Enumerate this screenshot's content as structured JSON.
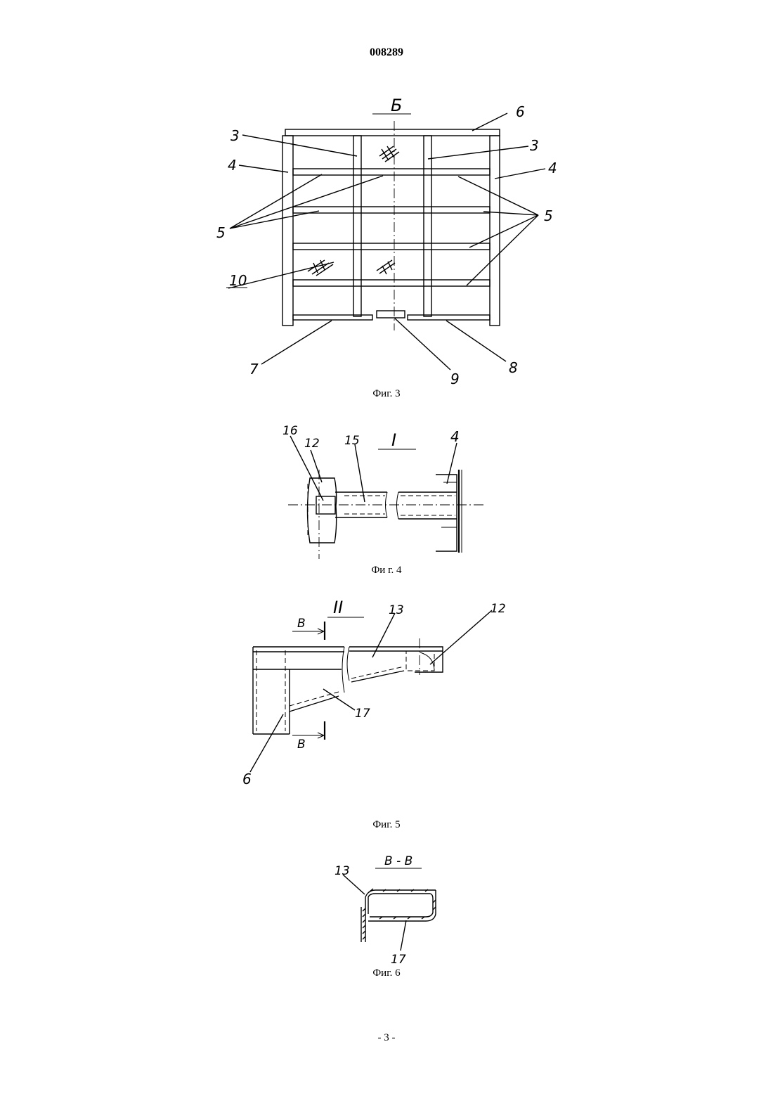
{
  "header": {
    "doc_number": "008289"
  },
  "figure3": {
    "caption": "Фиг. 3",
    "section_label": "Б",
    "labels": {
      "l6": "6",
      "l3_left": "3",
      "l3_right": "3",
      "l4_left": "4",
      "l4_right": "4",
      "l5_left": "5",
      "l5_right": "5",
      "l10": "10",
      "l7": "7",
      "l9": "9",
      "l8": "8"
    }
  },
  "figure4": {
    "caption": "Фи г. 4",
    "section_label": "I",
    "labels": {
      "l16": "16",
      "l12": "12",
      "l15": "15",
      "l4": "4"
    }
  },
  "figure5": {
    "caption": "Фиг. 5",
    "section_label": "II",
    "labels": {
      "b_top": "В",
      "b_bottom": "В",
      "l13": "13",
      "l12": "12",
      "l17": "17",
      "l6": "6"
    }
  },
  "figure6": {
    "caption": "Фиг. 6",
    "section_label": "В - В",
    "labels": {
      "l13": "13",
      "l17": "17"
    }
  },
  "footer": {
    "page": "- 3 -"
  }
}
